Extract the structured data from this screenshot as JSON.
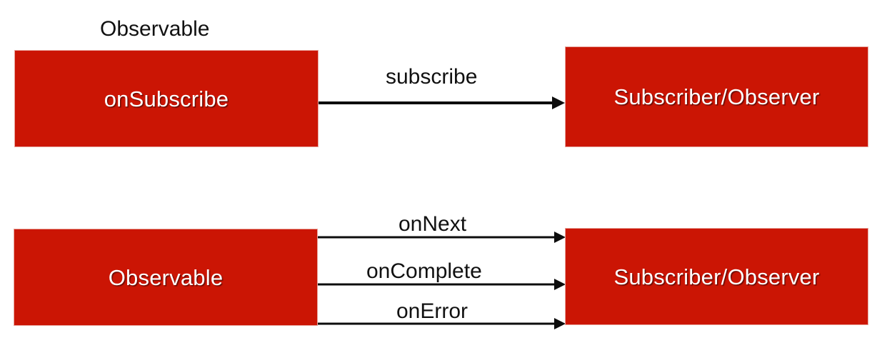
{
  "diagram": {
    "title_caption": "Observable",
    "background_color": "#ffffff",
    "box_color": "#cb1504",
    "box_text_color": "#ffffff",
    "arrow_color": "#0d0d0d",
    "label_text_color": "#111111",
    "sections": [
      {
        "id": "subscribe-flow",
        "caption": "Observable",
        "source_box_label": "onSubscribe",
        "target_box_label": "Subscriber/Observer",
        "edges": [
          {
            "label": "subscribe"
          }
        ]
      },
      {
        "id": "emission-flow",
        "caption": "",
        "source_box_label": "Observable",
        "target_box_label": "Subscriber/Observer",
        "edges": [
          {
            "label": "onNext"
          },
          {
            "label": "onComplete"
          },
          {
            "label": "onError"
          }
        ]
      }
    ]
  }
}
